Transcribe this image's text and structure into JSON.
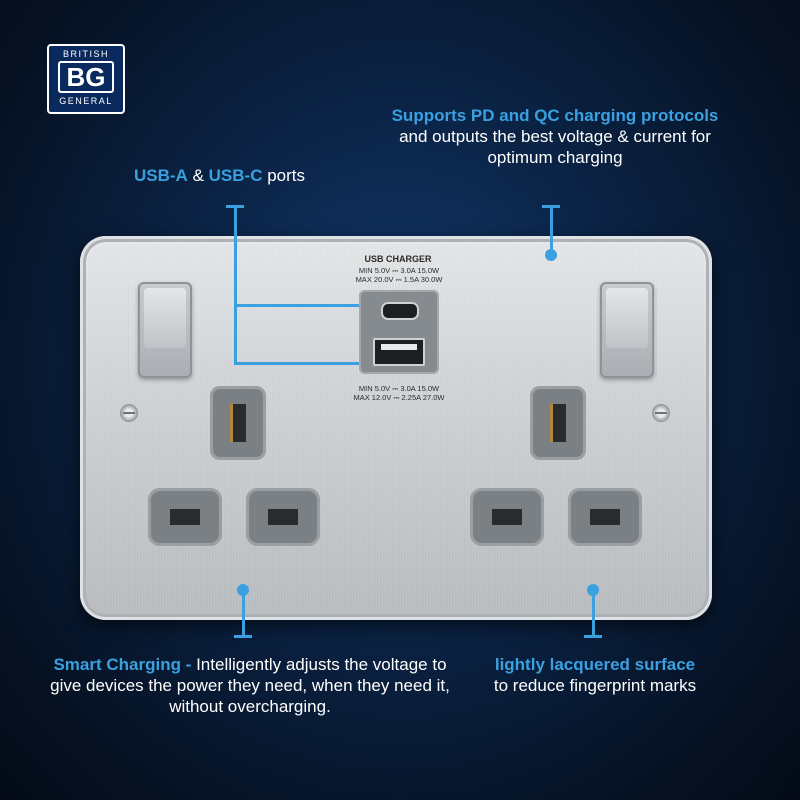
{
  "brand": {
    "top": "BRITISH",
    "mark": "BG",
    "bottom": "GENERAL"
  },
  "captions": {
    "ports": {
      "highlight1": "USB-A",
      "mid": " & ",
      "highlight2": "USB-C",
      "rest": " ports"
    },
    "pd": {
      "highlight": "Supports PD and QC charging protocols",
      "rest": " and outputs the best voltage & current for optimum charging"
    },
    "smart": {
      "highlight": "Smart Charging -",
      "rest": " Intelligently adjusts the voltage to give devices the power they need, when they need it, without overcharging."
    },
    "lacquer": {
      "highlight": "lightly lacquered surface",
      "rest": " to reduce fingerprint marks"
    }
  },
  "usb": {
    "title": "USB CHARGER",
    "spec_c_1": "MIN 5.0V ⎓ 3.0A 15.0W",
    "spec_c_2": "MAX 20.0V ⎓ 1.5A 30.0W",
    "spec_a_1": "MIN 5.0V ⎓ 3.0A 15.0W",
    "spec_a_2": "MAX 12.0V ⎓ 2.25A 27.0W"
  },
  "colors": {
    "accent": "#3aa0e0",
    "background": "#0b2447",
    "plate": "#cdd1d4",
    "insert": "#7b8085"
  }
}
